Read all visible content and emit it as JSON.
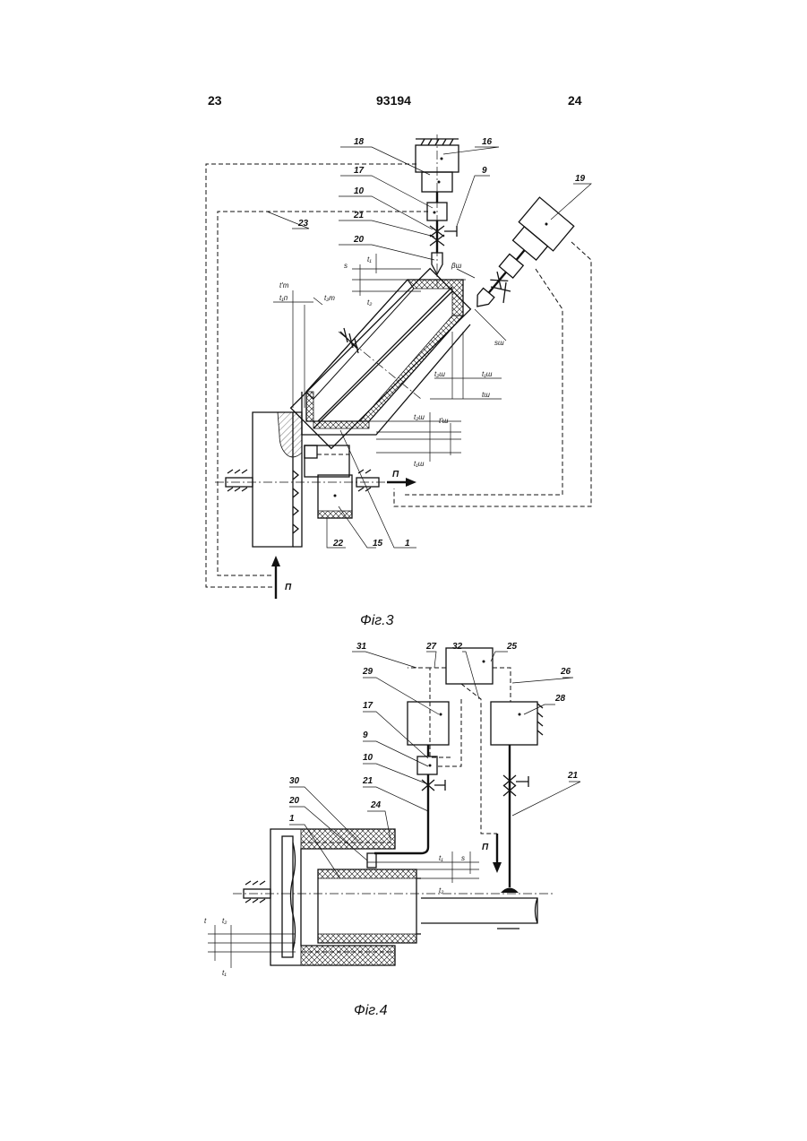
{
  "header": {
    "left": "23",
    "center": "93194",
    "right": "24"
  },
  "figures": [
    {
      "caption": "Фіг.3",
      "labels": {
        "n18": "18",
        "n16": "16",
        "n17": "17",
        "n9": "9",
        "n19": "19",
        "n10": "10",
        "n23": "23",
        "n21": "21",
        "n20": "20",
        "s": "s",
        "t1": "t₁",
        "t2": "t₂",
        "bsh": "βш",
        "t1t": "t'т",
        "t1p": "t₁п",
        "t2t": "t₂т",
        "ssh": "sш",
        "t2sh": "t₂ш",
        "t1sh": "t₁ш",
        "tsh": "tш",
        "tzsh": "t₂ш",
        "tpsh": "t'ш",
        "t1sh2": "t₁ш",
        "P1": "П",
        "P2": "П",
        "n1": "1",
        "n15": "15",
        "n22": "22"
      }
    },
    {
      "caption": "Фіг.4",
      "labels": {
        "n31": "31",
        "n27": "27",
        "n32": "32",
        "n25": "25",
        "n26": "26",
        "n29": "29",
        "n28": "28",
        "n17": "17",
        "n9": "9",
        "n10": "10",
        "n21a": "21",
        "n21b": "21",
        "n30": "30",
        "n20": "20",
        "n24": "24",
        "n1": "1",
        "t1": "t₁",
        "s": "s",
        "t2": "t₂",
        "t": "t",
        "tL2": "t₂",
        "tL1": "t₁",
        "P": "П"
      }
    }
  ]
}
